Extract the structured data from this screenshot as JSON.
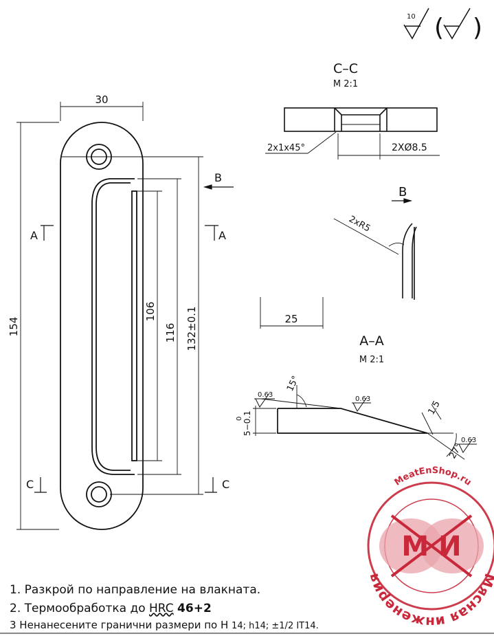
{
  "roughness": {
    "general_value": "10",
    "paren_open": "(",
    "paren_close": ")"
  },
  "section_cc": {
    "title": "C–C",
    "scale": "M 2:1",
    "chamfer_label": "2x1x45°",
    "hole_label": "2XØ8.5"
  },
  "view_b": {
    "title": "B",
    "radius_label": "2xR5"
  },
  "dim_25": "25",
  "section_aa": {
    "title": "A–A",
    "scale": "M 2:1",
    "angle_top": "15°",
    "angle_bottom": "27°",
    "thickness": "5−0.1",
    "thickness_upper_tol": "0",
    "edge_dim": "1.5",
    "roughness_1": "0.63",
    "roughness_2": "0.63",
    "roughness_3": "0.63"
  },
  "front_view": {
    "width": "30",
    "length": "154",
    "dim_106": "106",
    "dim_116": "116",
    "dim_132": "132±0.1",
    "label_a_left": "A",
    "label_a_right": "A",
    "label_b": "B",
    "label_c_left": "C",
    "label_c_right": "C"
  },
  "logo": {
    "site": "MeatEnShop.ru",
    "letters": "М И",
    "caption": "Мясная инженерия",
    "color_red": "#c8283a",
    "color_pink": "#e9a3ab"
  },
  "notes": {
    "n1": "1. Разкрой по направление на влакната.",
    "n2_prefix": "2. Термообработка до ",
    "n2_hrc": "HRC",
    "n2_value": "46+2",
    "n3_prefix": "3  Ненанесените гранични размери по H",
    "n3_suffix": "14; h14; ±1/2 IT14."
  }
}
